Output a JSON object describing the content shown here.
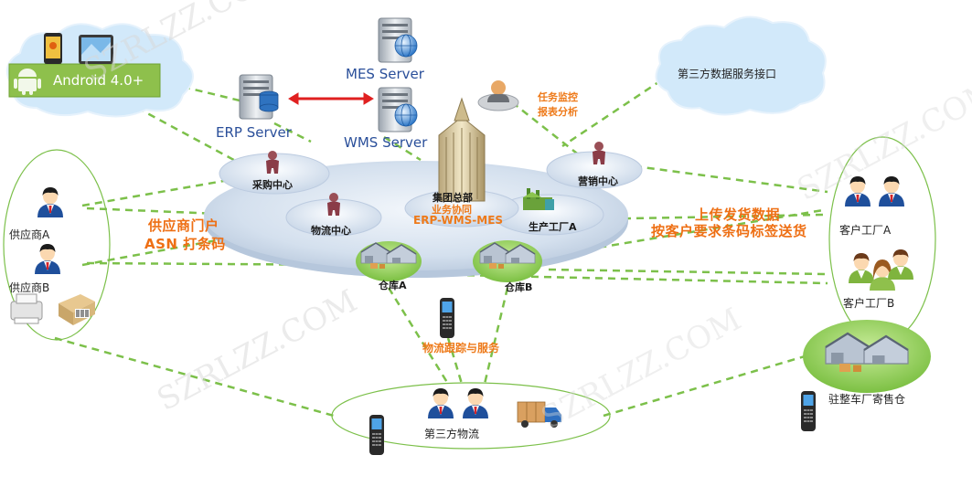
{
  "labels": {
    "android": "Android 4.0+",
    "mes_server": "MES Server",
    "erp_server": "ERP  Server",
    "wms_server": "WMS Server",
    "third_party_api": "第三方数据服务接口",
    "monitor_1": "任务监控",
    "monitor_2": "报表分析",
    "purchase_center": "采购中心",
    "logistics_center": "物流中心",
    "hq_1": "集团总部",
    "hq_2": "业务协同",
    "hq_3": "ERP-WMS-MES",
    "sales_center": "营销中心",
    "factory_a": "生产工厂A",
    "upload_1": "上传发货数据",
    "upload_2": "按客户要求条码标签送货",
    "portal_1": "供应商门户",
    "portal_2": "ASN 打条码",
    "supplier_a": "供应商A",
    "supplier_b": "供应商B",
    "warehouse_a": "仓库A",
    "warehouse_b": "仓库B",
    "tracking": "物流跟踪与服务",
    "customer_a": "客户工厂A",
    "customer_b": "客户工厂B",
    "consign": "驻整车厂寄售仓",
    "third_logistics": "第三方物流",
    "watermark": "SZRLZZ.COM"
  },
  "colors": {
    "link": "#7cc04a",
    "cloud": "#d2e9fa",
    "platform": "#cfdcec",
    "orange": "#ee7a1a",
    "server_text": "#2a4f9a",
    "arrow": "#e02020"
  }
}
